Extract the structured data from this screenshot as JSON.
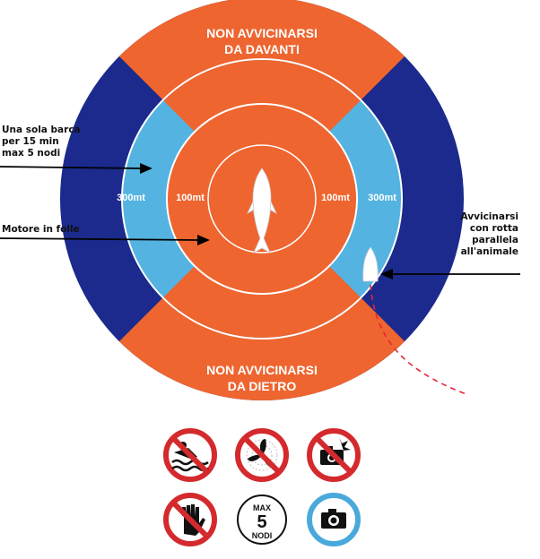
{
  "colors": {
    "outer_ring": "#1b2a8c",
    "orange": "#ee6530",
    "light_blue": "#54b3e0",
    "white": "#ffffff",
    "arrow": "#000000",
    "path": "#e8243a",
    "sign_red": "#d42a2e",
    "sign_blue": "#4aa9db"
  },
  "diagram": {
    "top_zone": [
      "NON AVVICINARSI",
      "DA DAVANTI"
    ],
    "bottom_zone": [
      "NON AVVICINARSI",
      "DA DIETRO"
    ],
    "label_300_left": "300mt",
    "label_100_left": "100mt",
    "label_100_right": "100mt",
    "label_300_right": "300mt"
  },
  "callouts": {
    "one_boat": [
      "Una sola barca",
      "per 15 min",
      "max 5 nodi"
    ],
    "engine": "Motore in folle",
    "approach": [
      "Avvicinarsi",
      "con rotta",
      "parallela",
      "all'animale"
    ]
  },
  "signs": {
    "icons": [
      "no-swimming-icon",
      "no-propeller-icon",
      "no-flash-photo-icon",
      "no-touching-icon",
      "speed-limit-icon",
      "camera-allowed-icon"
    ],
    "speed_limit": [
      "MAX",
      "5",
      "NODI"
    ]
  }
}
